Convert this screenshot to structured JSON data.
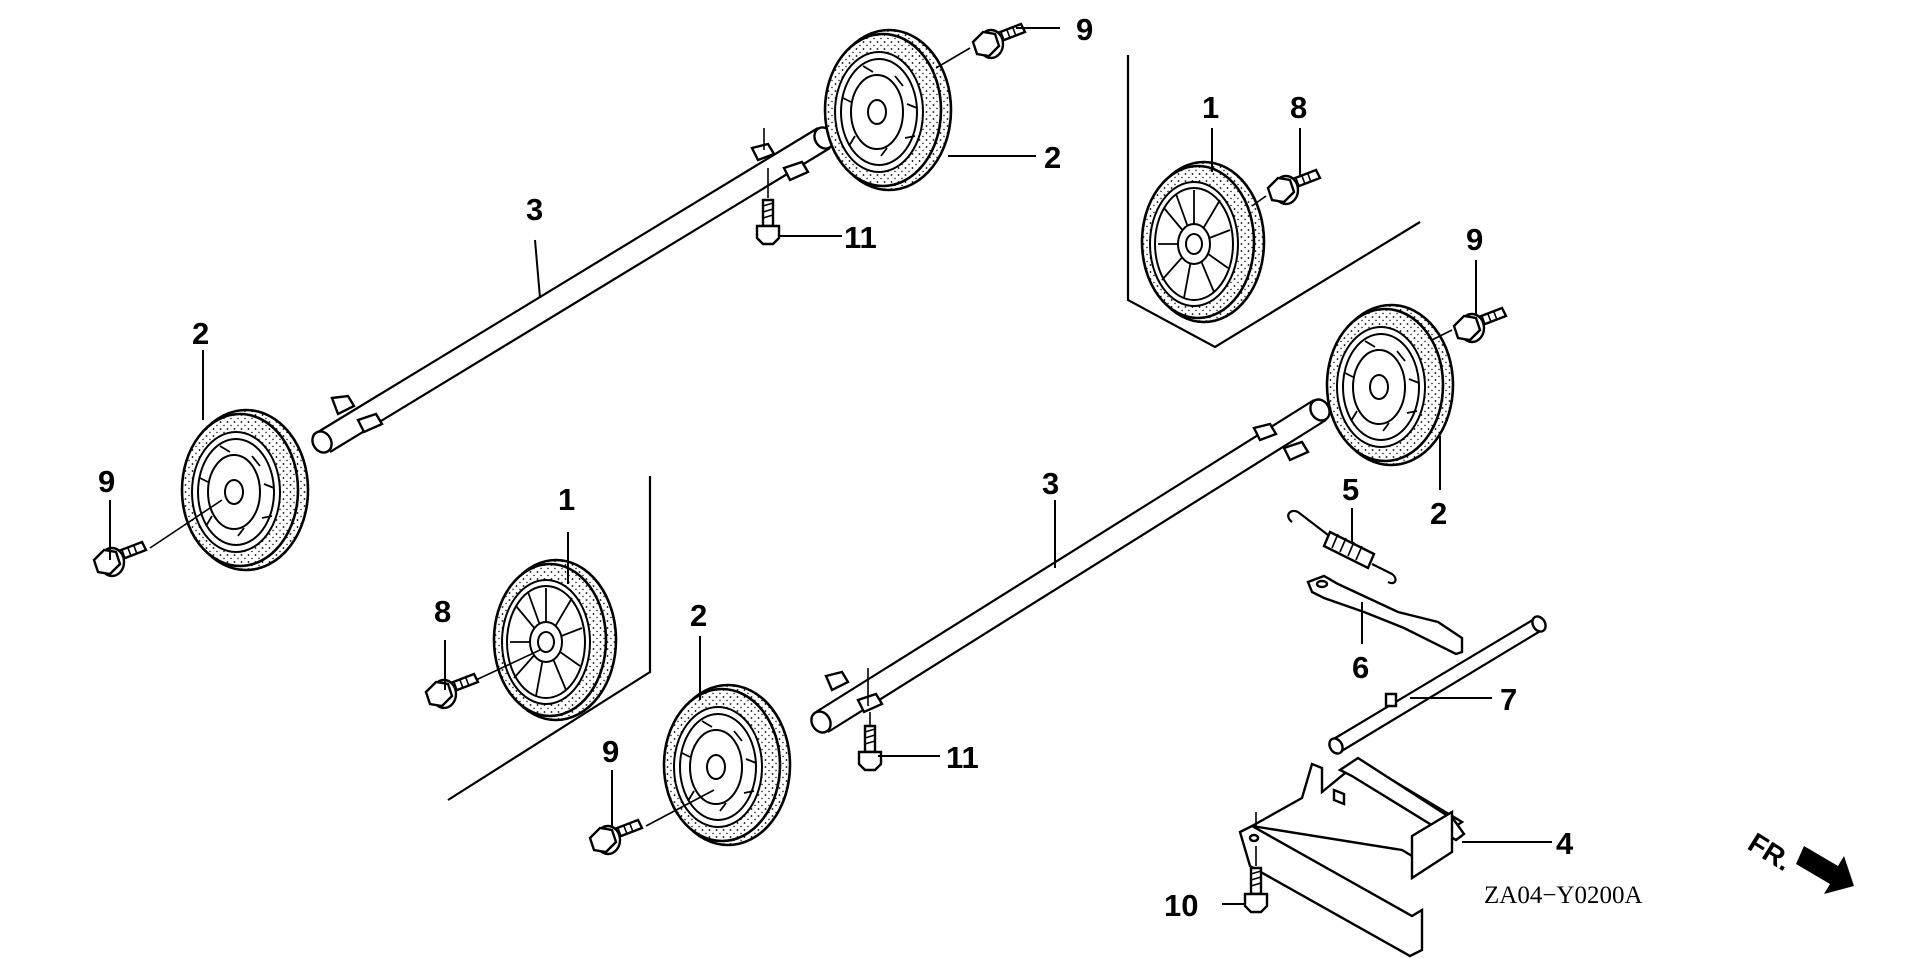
{
  "diagram": {
    "title": "Wheel / axle assembly exploded parts diagram",
    "drawing_code": "ZA04−Y0200A",
    "direction_indicator": {
      "text": "FR.",
      "icon": "arrow-right-down-icon"
    },
    "callouts": [
      {
        "id": "c1a",
        "ref": "1",
        "part": "wheel (spoked)"
      },
      {
        "id": "c1b",
        "ref": "1",
        "part": "wheel (spoked)"
      },
      {
        "id": "c2a",
        "ref": "2",
        "part": "wheel"
      },
      {
        "id": "c2b",
        "ref": "2",
        "part": "wheel"
      },
      {
        "id": "c2c",
        "ref": "2",
        "part": "wheel"
      },
      {
        "id": "c2d",
        "ref": "2",
        "part": "wheel"
      },
      {
        "id": "c3a",
        "ref": "3",
        "part": "axle"
      },
      {
        "id": "c3b",
        "ref": "3",
        "part": "axle"
      },
      {
        "id": "c4",
        "ref": "4",
        "part": "bracket"
      },
      {
        "id": "c5",
        "ref": "5",
        "part": "spring"
      },
      {
        "id": "c6",
        "ref": "6",
        "part": "lever"
      },
      {
        "id": "c7",
        "ref": "7",
        "part": "rod"
      },
      {
        "id": "c8a",
        "ref": "8",
        "part": "bolt"
      },
      {
        "id": "c8b",
        "ref": "8",
        "part": "bolt"
      },
      {
        "id": "c9a",
        "ref": "9",
        "part": "bolt"
      },
      {
        "id": "c9b",
        "ref": "9",
        "part": "bolt"
      },
      {
        "id": "c9c",
        "ref": "9",
        "part": "bolt"
      },
      {
        "id": "c9d",
        "ref": "9",
        "part": "bolt"
      },
      {
        "id": "c10",
        "ref": "10",
        "part": "bolt"
      },
      {
        "id": "c11a",
        "ref": "11",
        "part": "screw"
      },
      {
        "id": "c11b",
        "ref": "11",
        "part": "screw"
      }
    ]
  }
}
